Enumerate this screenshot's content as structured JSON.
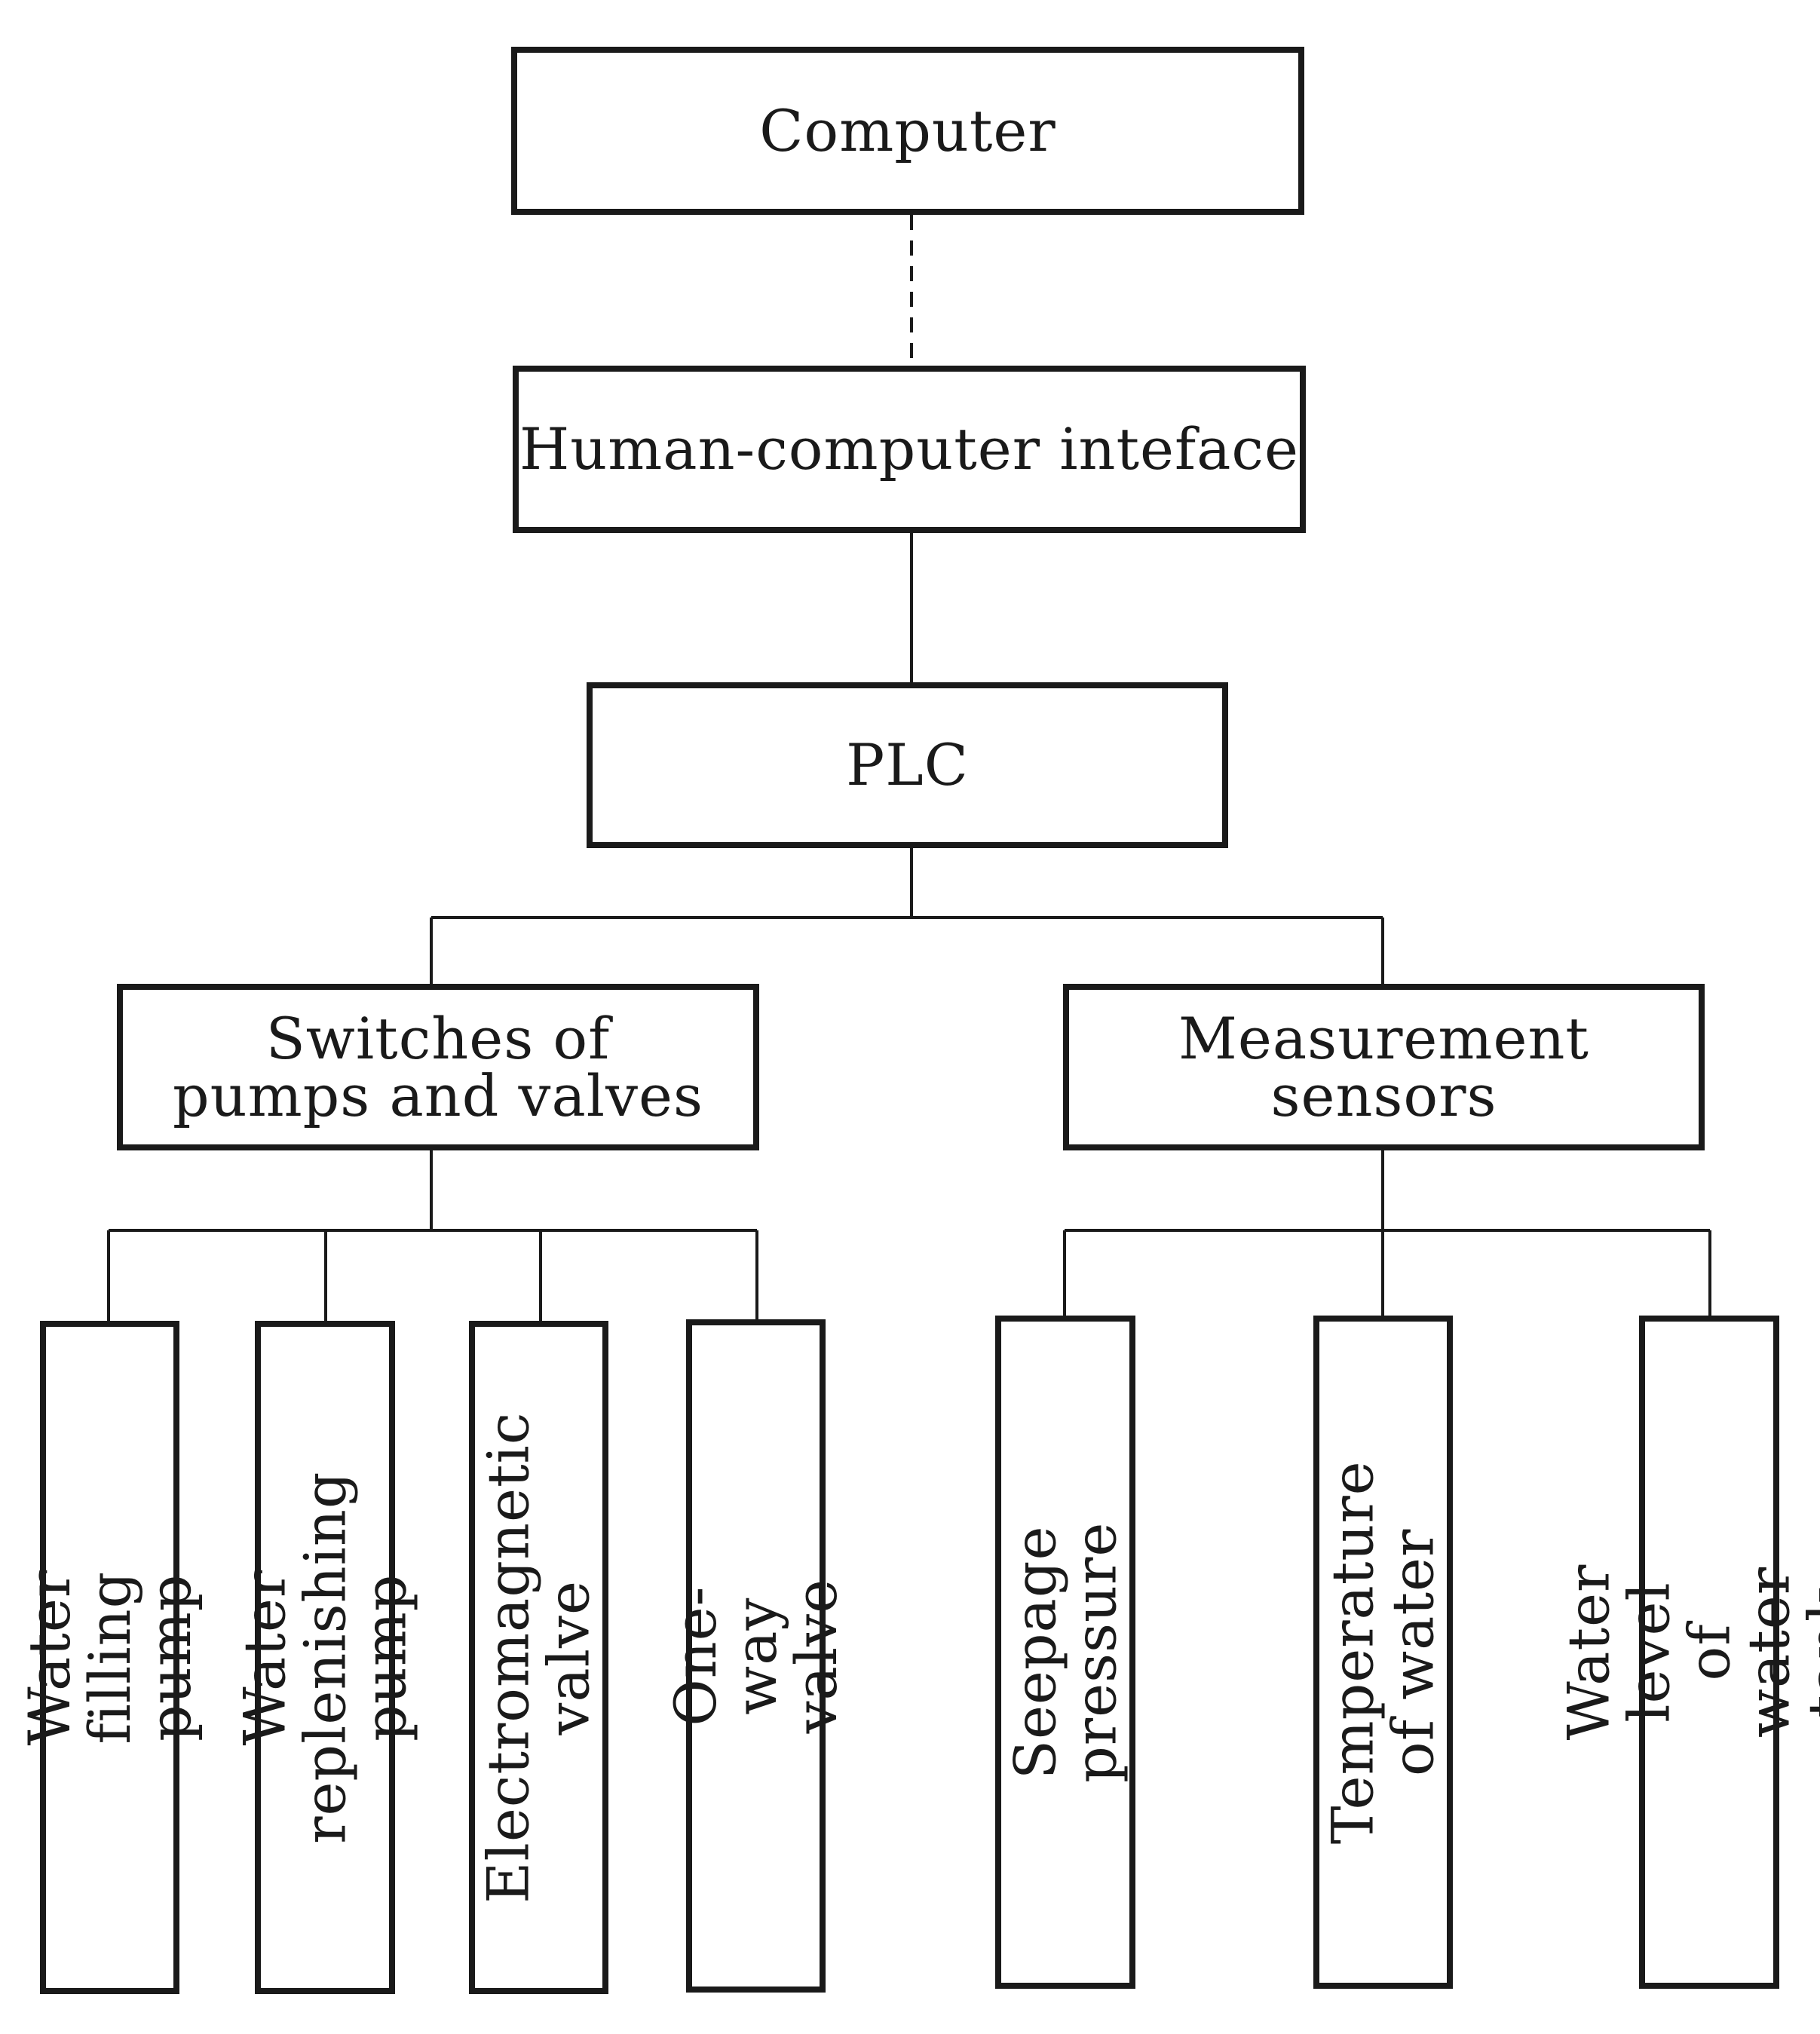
{
  "diagram": {
    "nodes": {
      "computer": "Computer",
      "hci": "Human-computer inteface",
      "plc": "PLC",
      "switches": "Switches of\npumps and valves",
      "sensors": "Measurement sensors",
      "water_filling_pump": "Water filling pump",
      "water_replenishing_pump": "Water replenishing\npump",
      "electromagnetic_valve": "Electromagnetic valve",
      "one_way_valve": "One-way valve",
      "seepage_pressure": "Seepage pressure",
      "temperature_of_water": "Temperature of water",
      "water_level": "Water level of\nwater tank"
    },
    "edges": [
      {
        "from": "computer",
        "to": "hci",
        "style": "dashed"
      },
      {
        "from": "hci",
        "to": "plc",
        "style": "solid"
      },
      {
        "from": "plc",
        "to": "switches",
        "style": "solid"
      },
      {
        "from": "plc",
        "to": "sensors",
        "style": "solid"
      },
      {
        "from": "switches",
        "to": "water_filling_pump",
        "style": "solid"
      },
      {
        "from": "switches",
        "to": "water_replenishing_pump",
        "style": "solid"
      },
      {
        "from": "switches",
        "to": "electromagnetic_valve",
        "style": "solid"
      },
      {
        "from": "switches",
        "to": "one_way_valve",
        "style": "solid"
      },
      {
        "from": "sensors",
        "to": "seepage_pressure",
        "style": "solid"
      },
      {
        "from": "sensors",
        "to": "temperature_of_water",
        "style": "solid"
      },
      {
        "from": "sensors",
        "to": "water_level",
        "style": "solid"
      }
    ],
    "colors": {
      "line": "#1a1a1a",
      "background": "#ffffff"
    }
  }
}
